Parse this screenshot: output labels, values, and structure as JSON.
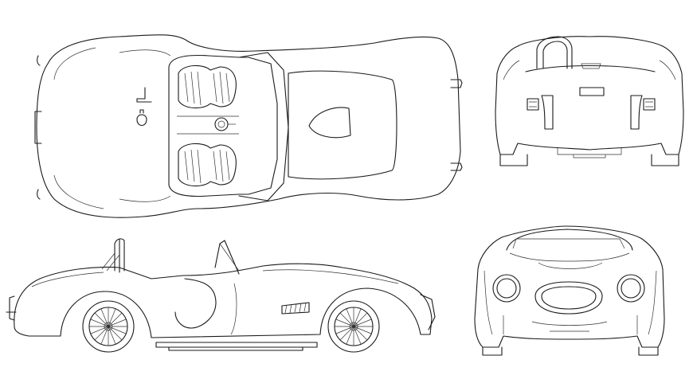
{
  "drawing": {
    "subject": "roadster-blueprint",
    "line_color": "#1a1a1a",
    "background": "#ffffff"
  },
  "views": [
    {
      "id": "top-view",
      "icon": "car-top-view"
    },
    {
      "id": "rear-view",
      "icon": "car-rear-view"
    },
    {
      "id": "side-view",
      "icon": "car-side-view"
    },
    {
      "id": "front-view",
      "icon": "car-front-view"
    }
  ]
}
